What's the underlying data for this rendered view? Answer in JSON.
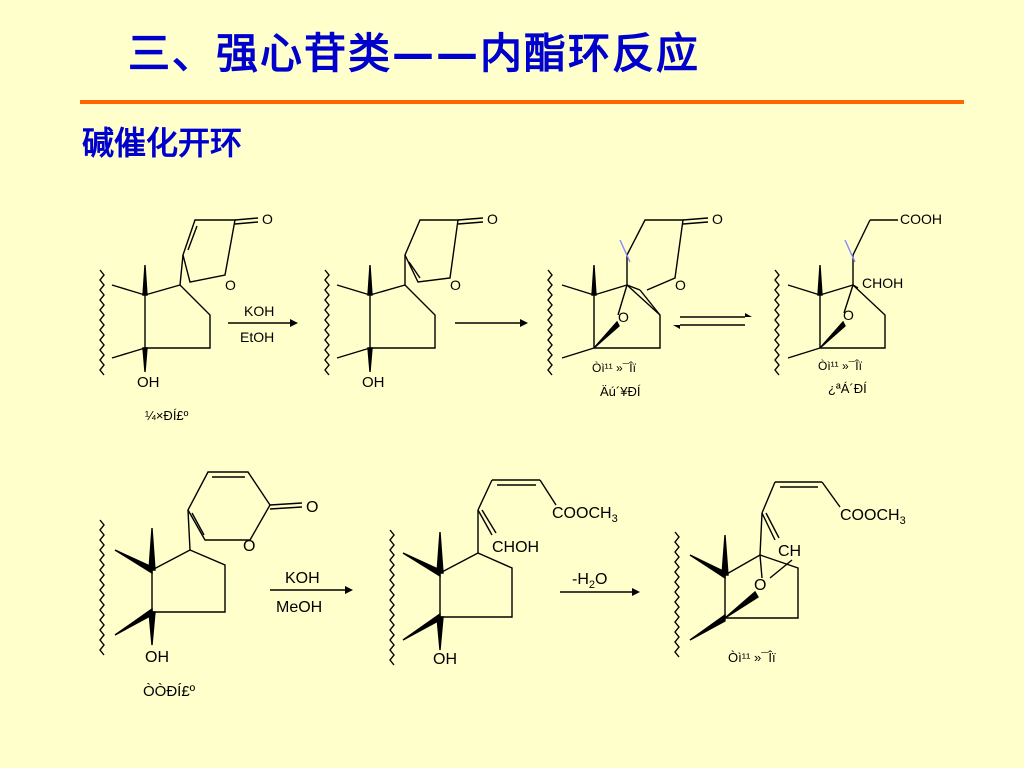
{
  "slide": {
    "title": "三、强心苷类——内酯环反应",
    "subtitle": "碱催化开环"
  },
  "scheme1": {
    "reagent_top": "KOH",
    "reagent_bottom": "EtOH",
    "compound1": {
      "oxo": "O",
      "ring_o": "O",
      "oh": "OH",
      "caption": "¼×ÐÍ£º"
    },
    "compound2": {
      "oxo": "O",
      "ring_o": "O",
      "oh": "OH"
    },
    "compound3": {
      "oxo": "O",
      "ring_o": "O",
      "bridge_o": "O",
      "caption1": "Òì¹¹ »¯Îï",
      "caption2": "Äú´¥ÐÍ"
    },
    "compound4": {
      "acid": "COOH",
      "chain": "CHOH",
      "bridge_o": "O",
      "caption1": "Òì¹¹ »¯Îï",
      "caption2": "¿ªÁ´ÐÍ"
    }
  },
  "scheme2": {
    "reagent_top": "KOH",
    "reagent_bottom": "MeOH",
    "reagent_dehydrate": "-H",
    "reagent_dehydrate_sub": "2",
    "reagent_dehydrate_end": "O",
    "compound5": {
      "oxo": "O",
      "ring_o": "O",
      "oh": "OH",
      "caption": "ÒÒÐÍ£º"
    },
    "compound6": {
      "ester": "COOCH",
      "ester_sub": "3",
      "chain": "CHOH",
      "oh": "OH"
    },
    "compound7": {
      "ester": "COOCH",
      "ester_sub": "3",
      "ch": "CH",
      "bridge_o": "O",
      "caption": "Òì¹¹ »¯Îï"
    }
  }
}
